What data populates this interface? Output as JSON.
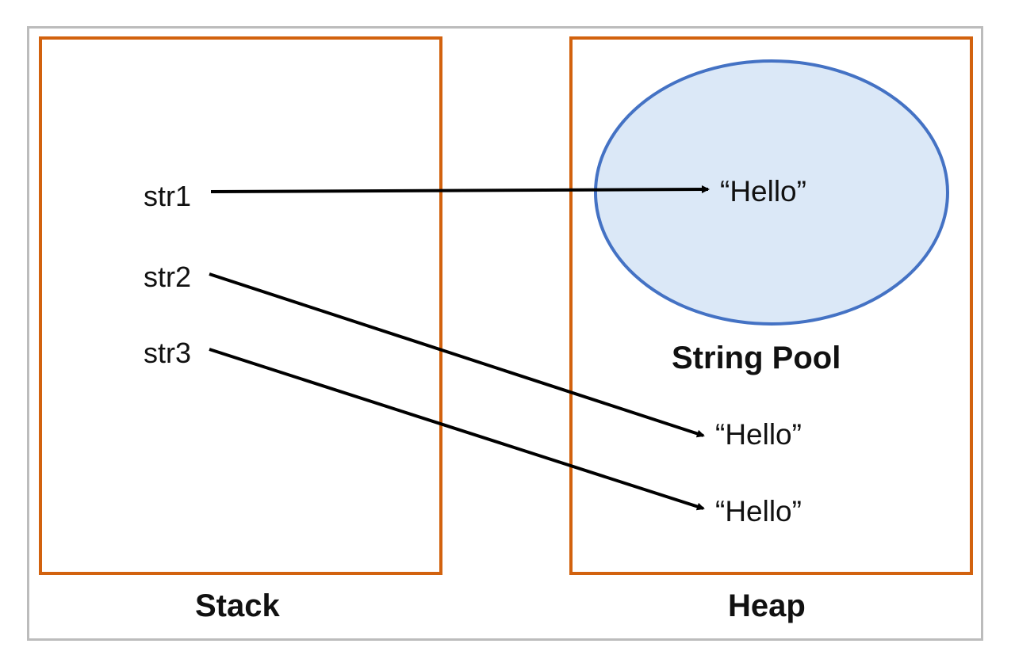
{
  "stack": {
    "label": "Stack",
    "variables": [
      "str1",
      "str2",
      "str3"
    ]
  },
  "heap": {
    "label": "Heap",
    "string_pool": {
      "label": "String Pool",
      "value": "“Hello”"
    },
    "objects": [
      "“Hello”",
      "“Hello”"
    ]
  },
  "colors": {
    "region_border": "#d2620e",
    "pool_fill": "#dbe8f7",
    "pool_border": "#4472c4",
    "frame_border": "#bcbcbc",
    "arrow": "#000000"
  }
}
